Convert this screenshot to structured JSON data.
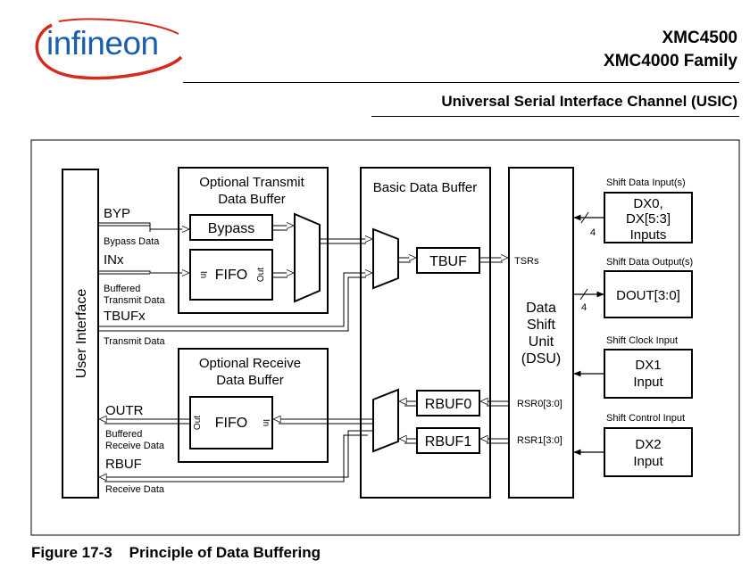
{
  "header": {
    "brand": "infineon",
    "product_line1": "XMC4500",
    "product_line2": "XMC4000 Family",
    "section": "Universal Serial Interface Channel (USIC)"
  },
  "diagram": {
    "user_interface": "User Interface",
    "tx_buffer_title": [
      "Optional Transmit",
      "Data Buffer"
    ],
    "rx_buffer_title": [
      "Optional Receive",
      "Data Buffer"
    ],
    "basic_buffer_title": "Basic Data Buffer",
    "bypass": "Bypass",
    "fifo_tx": "FIFO",
    "fifo_rx": "FIFO",
    "port_in": "In",
    "port_out": "Out",
    "tbuf": "TBUF",
    "rbuf0": "RBUF0",
    "rbuf1": "RBUF1",
    "dsu": [
      "Data",
      "Shift",
      "Unit",
      "(DSU)"
    ],
    "dx0": [
      "DX0,",
      "DX[5:3]",
      "Inputs"
    ],
    "dout": "DOUT[3:0]",
    "dx1": [
      "DX1",
      "Input"
    ],
    "dx2": [
      "DX2",
      "Input"
    ],
    "signals": {
      "byp": "BYP",
      "bypass_data": "Bypass Data",
      "inx": "INx",
      "buffered_transmit": [
        "Buffered",
        "Transmit Data"
      ],
      "tbufx": "TBUFx",
      "transmit_data": "Transmit Data",
      "outr": "OUTR",
      "buffered_receive": [
        "Buffered",
        "Receive Data"
      ],
      "rbuf": "RBUF",
      "receive_data": "Receive Data",
      "tsrs": "TSRs",
      "rsr0": "RSR0[3:0]",
      "rsr1": "RSR1[3:0]",
      "width4_a": "4",
      "width4_b": "4"
    },
    "side_labels": {
      "shift_data_input": "Shift Data Input(s)",
      "shift_data_output": "Shift Data Output(s)",
      "shift_clock_input": "Shift Clock Input",
      "shift_control_input": "Shift Control Input"
    }
  },
  "caption": {
    "number": "Figure 17-3",
    "title": "Principle of Data Buffering"
  }
}
